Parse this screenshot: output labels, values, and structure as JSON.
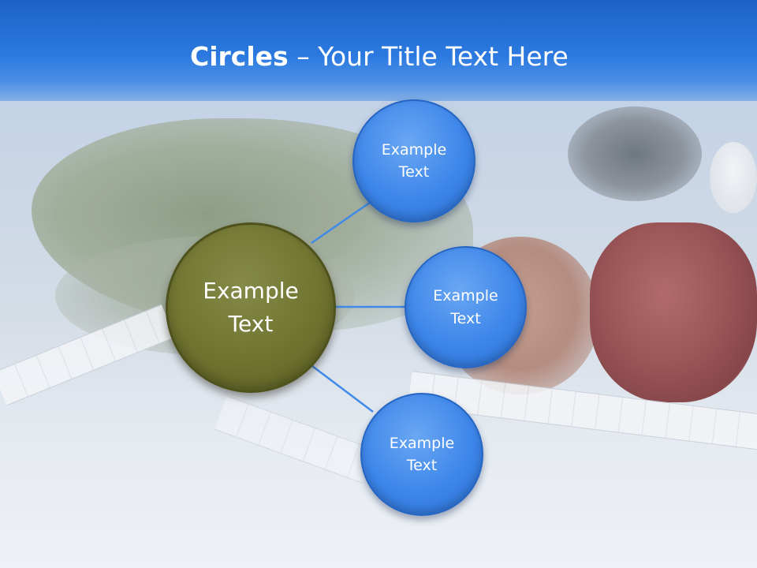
{
  "slide": {
    "title_bold": "Circles",
    "title_rest": " – Your Title Text Here"
  },
  "diagram": {
    "center": {
      "label": "Example\nText",
      "color": "#6f7430"
    },
    "nodes": [
      {
        "label": "Example\nText"
      },
      {
        "label": "Example\nText"
      },
      {
        "label": "Example\nText"
      }
    ],
    "node_color": "#3d86ea",
    "connector_color": "#3d86ea"
  },
  "colors": {
    "header": "#2b79e0"
  }
}
